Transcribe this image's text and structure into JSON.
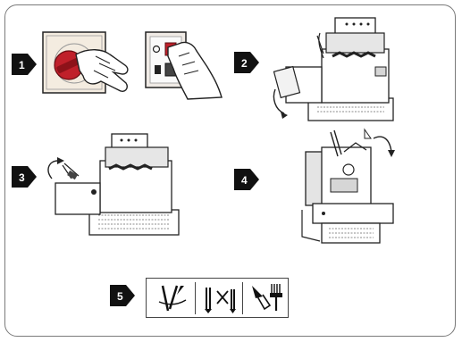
{
  "steps": [
    {
      "number": "1",
      "icon": "power-off-step"
    },
    {
      "number": "2",
      "icon": "open-covers-step"
    },
    {
      "number": "3",
      "icon": "clean-lint-step"
    },
    {
      "number": "4",
      "icon": "tilt-machine-step"
    },
    {
      "number": "5",
      "icon": "tools-step"
    }
  ],
  "colors": {
    "switch_red": "#c0202a",
    "ink": "#1a1a1a",
    "frame": "#7a7a7a",
    "shade": "#d8d8d8"
  }
}
